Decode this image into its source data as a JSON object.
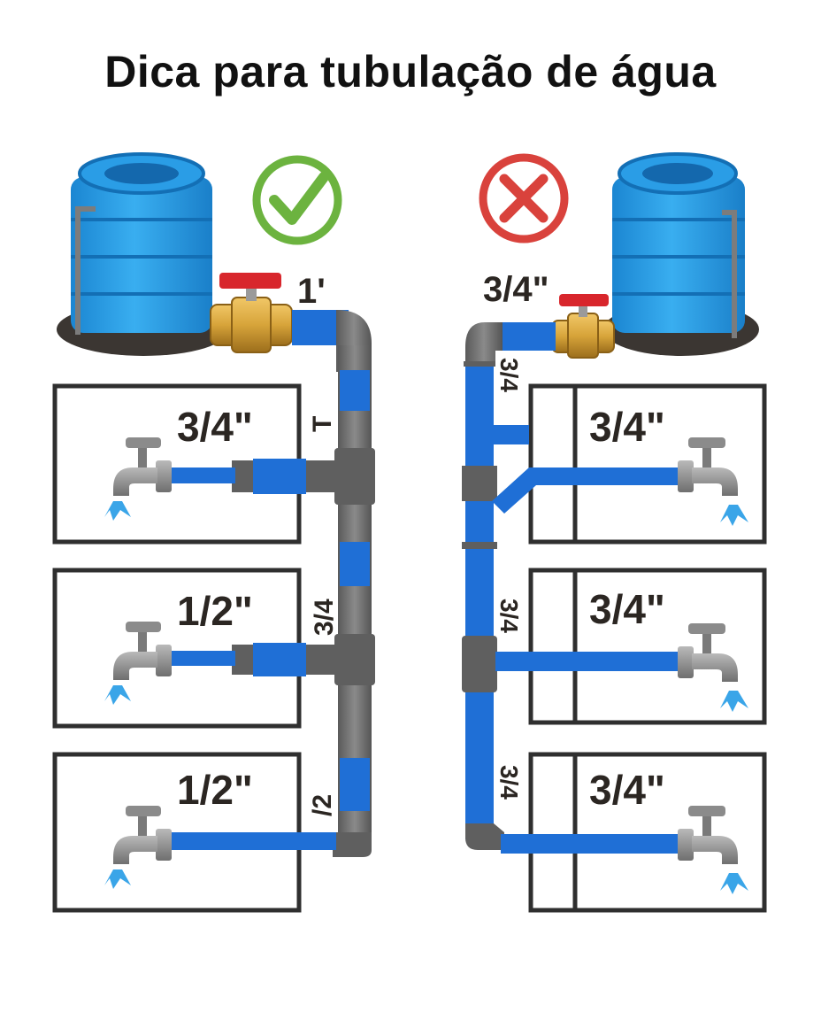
{
  "title": "Dica para tubulação de água",
  "colors": {
    "pipe_blue": "#1f6fd6",
    "pipe_gray": "#6d6d6d",
    "tank_blue": "#2a9de6",
    "valve_red": "#d8262c",
    "valve_brass": "#d7a43a",
    "correct_green": "#6cb33f",
    "wrong_red": "#d9423c",
    "frame": "#2f2f2f"
  },
  "correct": {
    "status_icon": "check-icon",
    "outlet_label": "1'",
    "riser_labels": [
      "T",
      "3/4",
      "/2"
    ],
    "branches": [
      {
        "size": "3/4\"",
        "icon": "faucet-icon"
      },
      {
        "size": "1/2\"",
        "icon": "faucet-icon"
      },
      {
        "size": "1/2\"",
        "icon": "faucet-icon"
      }
    ]
  },
  "incorrect": {
    "status_icon": "x-mark-icon",
    "outlet_label": "3/4\"",
    "riser_labels": [
      "3/4",
      "3/4",
      "3/4"
    ],
    "branches": [
      {
        "size": "3/4\"",
        "icon": "faucet-icon"
      },
      {
        "size": "3/4\"",
        "icon": "faucet-icon"
      },
      {
        "size": "3/4\"",
        "icon": "faucet-icon"
      }
    ]
  }
}
